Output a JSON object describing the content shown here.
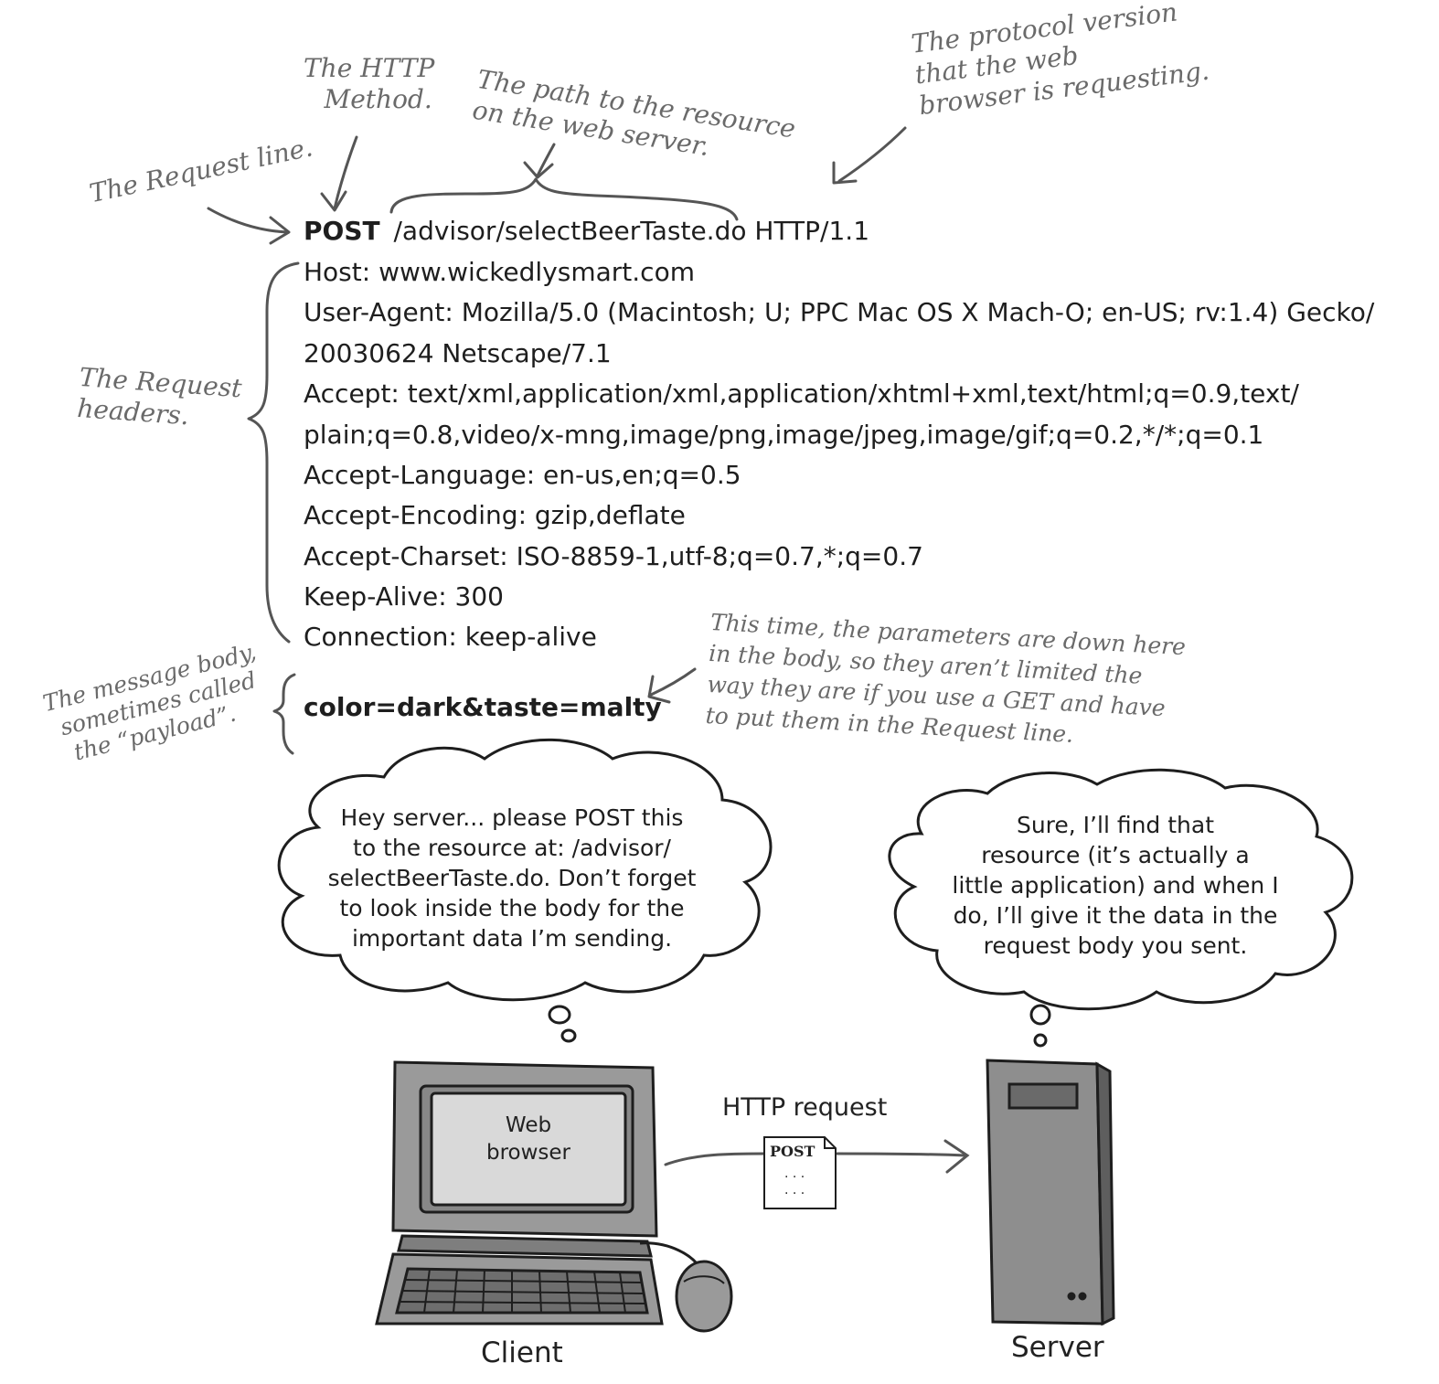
{
  "annotations": {
    "http_method": [
      "The HTTP",
      "Method."
    ],
    "path": [
      "The path to the resource",
      "on the web server."
    ],
    "protocol": [
      "The protocol version",
      "that the web",
      "browser is requesting."
    ],
    "request_line": "The Request line.",
    "request_headers": [
      "The Request",
      "headers."
    ],
    "message_body": [
      "The message body,",
      "sometimes called",
      "the “payload”."
    ],
    "body_note": [
      "This time, the parameters are down here",
      "in the body, so they aren’t limited the",
      "way they are if you use a GET and have",
      "to put them in the Request line."
    ]
  },
  "request": {
    "method": "POST",
    "path": "/advisor/selectBeerTaste.do",
    "version": "HTTP/1.1",
    "headers": [
      "Host: www.wickedlysmart.com",
      "User-Agent: Mozilla/5.0 (Macintosh; U; PPC Mac OS X Mach-O; en-US; rv:1.4) Gecko/",
      "20030624 Netscape/7.1",
      "Accept: text/xml,application/xml,application/xhtml+xml,text/html;q=0.9,text/",
      "plain;q=0.8,video/x-mng,image/png,image/jpeg,image/gif;q=0.2,*/*;q=0.1",
      "Accept-Language: en-us,en;q=0.5",
      "Accept-Encoding: gzip,deflate",
      "Accept-Charset: ISO-8859-1,utf-8;q=0.7,*;q=0.7",
      "Keep-Alive: 300",
      "Connection: keep-alive"
    ],
    "body": "color=dark&taste=malty"
  },
  "bubbles": {
    "client": [
      "Hey server... please POST this",
      "to the resource at: /advisor/",
      "selectBeerTaste.do. Don’t forget",
      "to look inside the body for the",
      "important data I’m sending."
    ],
    "server": [
      "Sure,  I’ll find that",
      "resource (it’s actually a",
      "little application) and when I",
      "do, I’ll give it the data in the",
      "request body you sent."
    ]
  },
  "illustration": {
    "screen_label": [
      "Web",
      "browser"
    ],
    "arrow_label": "HTTP request",
    "doc_label": "POST",
    "doc_dots": ". . .",
    "client_label": "Client",
    "server_label": "Server"
  },
  "colors": {
    "handwriting": "#6a6a6a",
    "ink": "#1e1e1e",
    "device_fill": "#9a9a9a"
  }
}
